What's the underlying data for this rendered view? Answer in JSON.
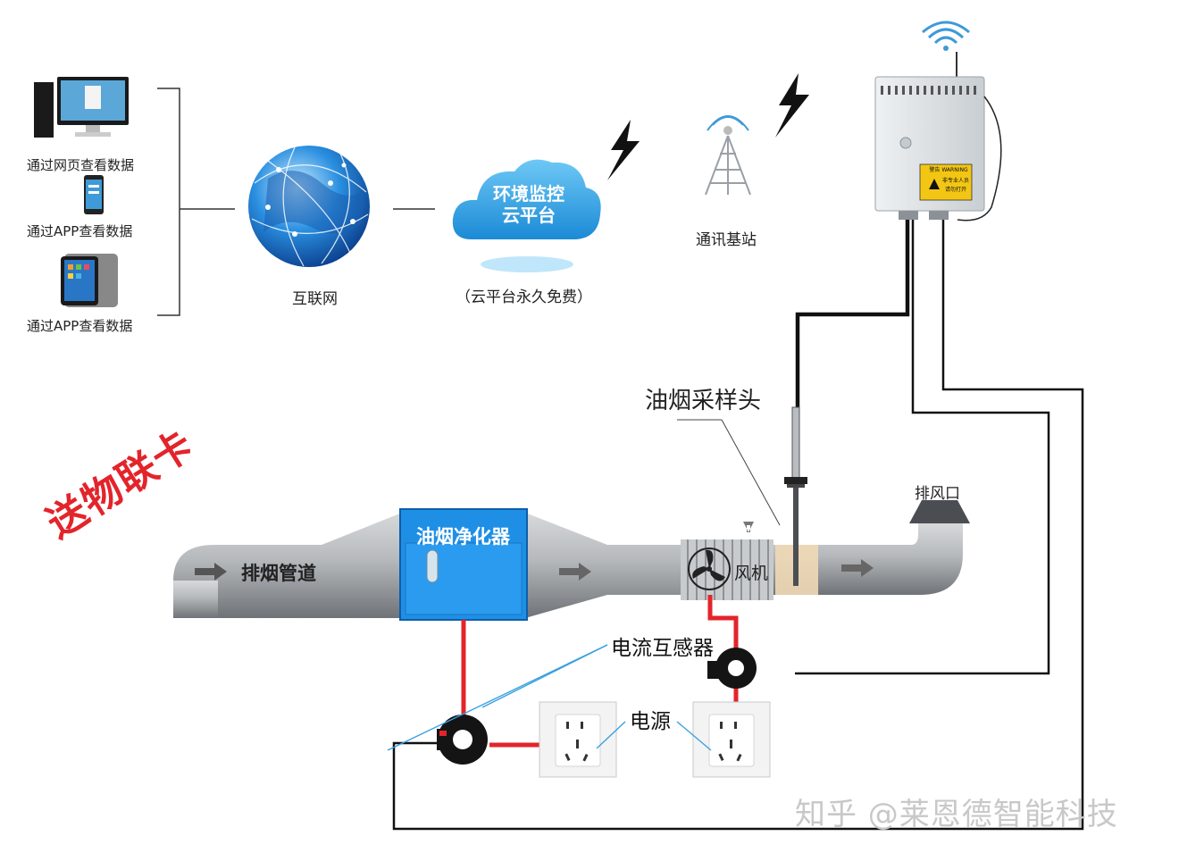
{
  "devices": {
    "pc_label": "通过网页查看数据",
    "phone_label": "通过APP查看数据",
    "tablet_label": "通过APP查看数据"
  },
  "internet": {
    "label": "互联网"
  },
  "cloud": {
    "line1": "环境监控",
    "line2": "云平台",
    "caption": "（云平台永久免费）"
  },
  "tower": {
    "label": "通讯基站"
  },
  "monitor_box": {
    "warning_title": "警告 WARNING",
    "warning_line1": "非专业人员",
    "warning_line2": "请勿打开"
  },
  "pipeline": {
    "duct_label": "排烟管道",
    "purifier_label": "油烟净化器",
    "fan_label": "风机",
    "outlet_label": "排风口",
    "sampler_label": "油烟采样头",
    "ct_label": "电流互感器",
    "power_label": "电源"
  },
  "promo": "送物联卡",
  "watermark": "知乎 @莱恩德智能科技",
  "colors": {
    "power_wire": "#e3242b",
    "signal_wire": "#111111",
    "purifier": "#1e90e8",
    "pipe": "#a9acaf"
  }
}
